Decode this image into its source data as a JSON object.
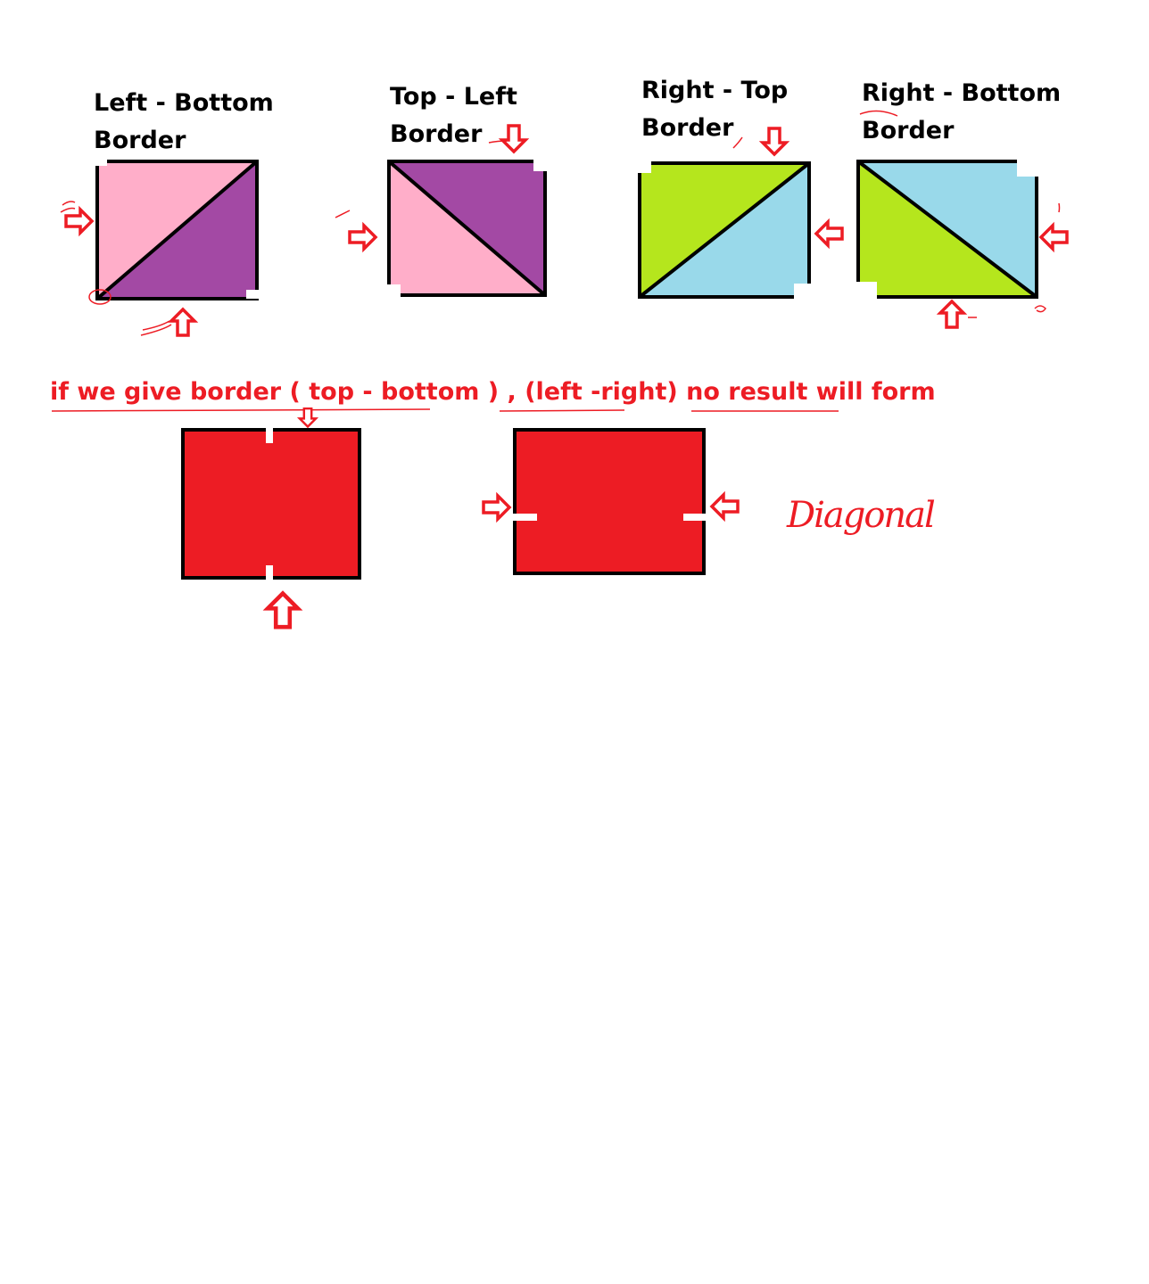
{
  "labels": {
    "left_bottom": [
      "Left - Bottom",
      "Border"
    ],
    "top_left": [
      "Top - Left",
      "Border"
    ],
    "right_top": [
      "Right - Top",
      "Border"
    ],
    "right_bottom": [
      "Right - Bottom",
      "Border"
    ]
  },
  "note": "if we give border ( top - bottom ) , (left -right) no result will form",
  "handwritten": "Diagonal",
  "colors": {
    "pink": "#ffaec9",
    "purple": "#a349a4",
    "lime": "#b5e61d",
    "light_blue": "#99d9ea",
    "red": "#ed1c24",
    "black": "#000000"
  }
}
